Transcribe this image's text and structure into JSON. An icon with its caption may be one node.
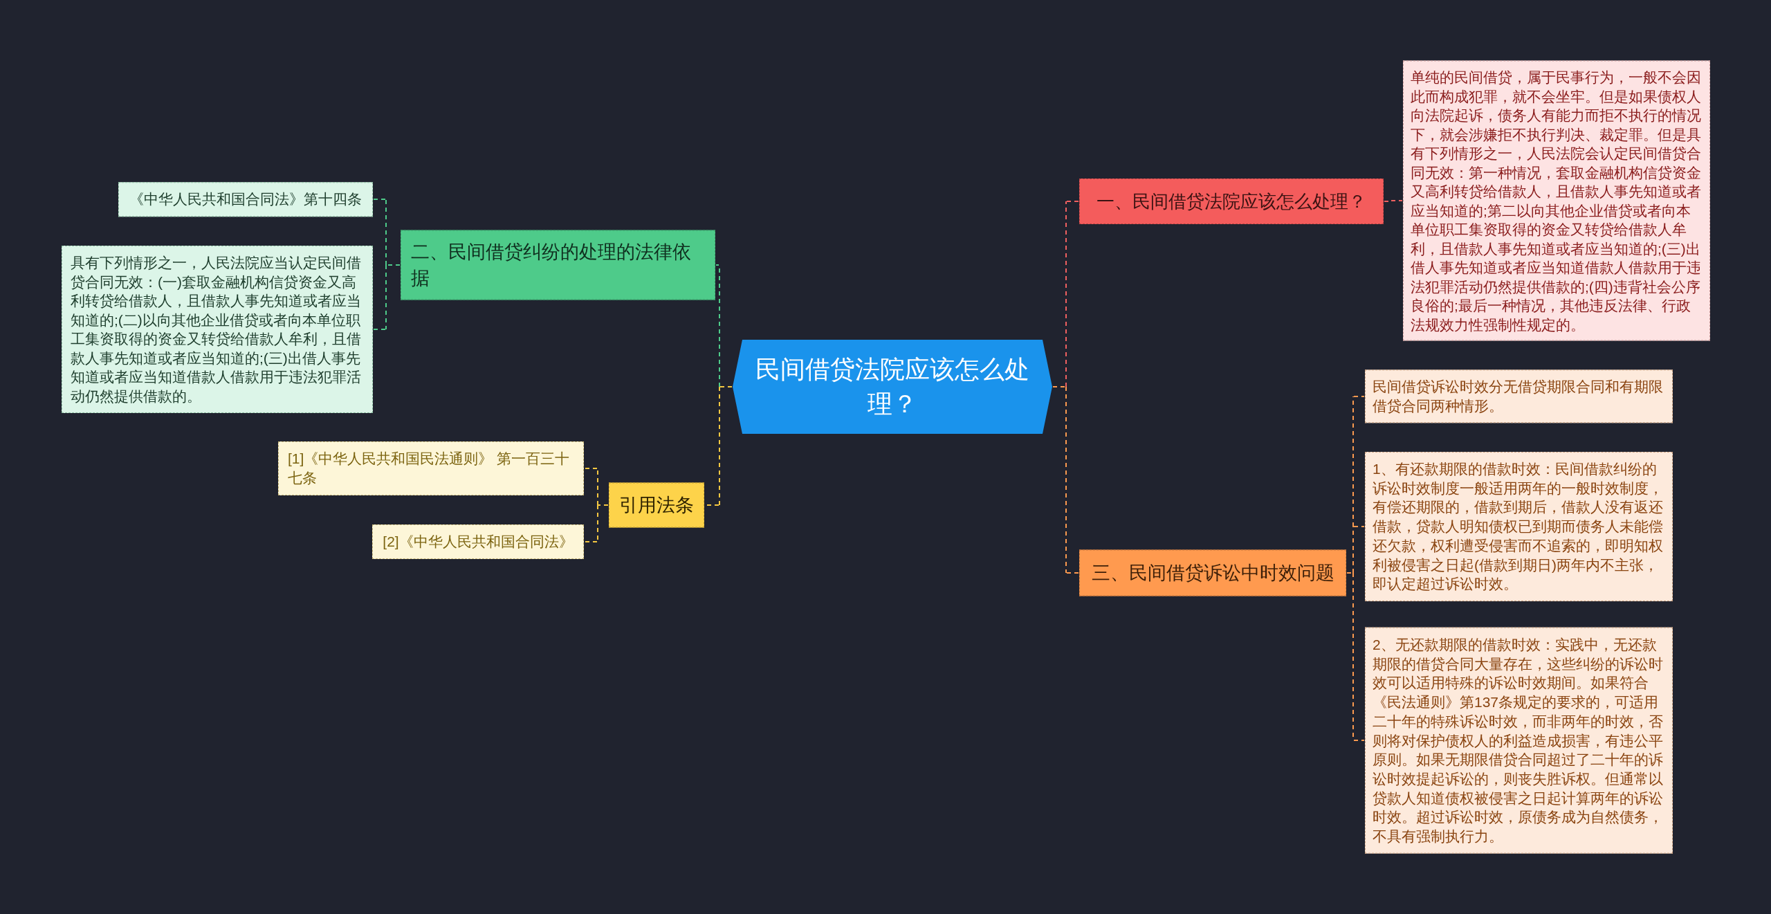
{
  "diagram": {
    "nodes": [
      {
        "text": [
          "民间借贷法院应该怎么处理？"
        ]
      },
      {
        "text": [
          "一、民间借贷法院应该怎么处理？"
        ]
      },
      {
        "text": [
          "单纯的民间借贷，属于民事行为，一般不会因此而构成犯罪，就不会坐牢。但是如果债权人向法院起诉，债务人有能力而拒不执行的情况下，就会涉嫌拒不执行判决、裁定罪。但是具有下列情形之一，人民法院会认定民间借贷合同无效：第一种情况，套取金融机构信贷资金又高利转贷给借款人，且借款人事先知道或者应当知道的;第二以向其他企业借贷或者向本单位职工集资取得的资金又转贷给借款人牟利，且借款人事先知道或者应当知道的;(三)出借人事先知道或者应当知道借款人借款用于违法犯罪活动仍然提供借款的;(四)违背社会公序良俗的;最后一种情况，其他违反法律、行政法规效力性强制性规定的。"
        ]
      },
      {
        "text": [
          "二、民间借贷纠纷的处理的法律依据"
        ]
      },
      {
        "text": [
          "《中华人民共和国合同法》第十四条"
        ]
      },
      {
        "text": [
          "具有下列情形之一，人民法院应当认定民间借贷合同无效：(一)套取金融机构信贷资金又高利转贷给借款人，且借款人事先知道或者应当知道的;(二)以向其他企业借贷或者向本单位职工集资取得的资金又转贷给借款人牟利，且借款人事先知道或者应当知道的;(三)出借人事先知道或者应当知道借款人借款用于违法犯罪活动仍然提供借款的。"
        ]
      },
      {
        "text": [
          "引用法条"
        ]
      },
      {
        "text": [
          "[1]《中华人民共和国民法通则》 第一百三十七条"
        ]
      },
      {
        "text": [
          "[2]《中华人民共和国合同法》"
        ]
      },
      {
        "text": [
          "三、民间借贷诉讼中时效问题"
        ]
      },
      {
        "text": [
          "民间借贷诉讼时效分无借贷期限合同和有期限借贷合同两种情形。"
        ]
      },
      {
        "text": [
          "1、有还款期限的借款时效：民间借款纠纷的诉讼时效制度一般适用两年的一般时效制度，有偿还期限的，借款到期后，借款人没有返还借款，贷款人明知债权已到期而债务人未能偿还欠款，权利遭受侵害而不追索的，即明知权利被侵害之日起(借款到期日)两年内不主张，即认定超过诉讼时效。"
        ]
      },
      {
        "text": [
          "2、无还款期限的借款时效：实践中，无还款期限的借贷合同大量存在，这些纠纷的诉讼时效可以适用特殊的诉讼时效期间。如果符合《民法通则》第137条规定的要求的，可适用二十年的特殊诉讼时效，而非两年的时效，否则将对保护债权人的利益造成损害，有违公平原则。如果无期限借贷合同超过了二十年的诉讼时效提起诉讼的，则丧失胜诉权。但通常以贷款人知道债权被侵害之日起计算两年的诉讼时效。超过诉讼时效，原债务成为自然债务，不具有强制执行力。"
        ]
      }
    ],
    "edges": [
      {
        "from": 0,
        "to": 1,
        "arrow": "none",
        "style": "dashed",
        "color": "#f06060"
      },
      {
        "from": 1,
        "to": 2,
        "arrow": "none",
        "style": "dashed",
        "color": "#f06060"
      },
      {
        "from": 0,
        "to": 3,
        "arrow": "none",
        "style": "dashed",
        "color": "#4ecb8a"
      },
      {
        "from": 3,
        "to": 4,
        "arrow": "none",
        "style": "dashed",
        "color": "#4ecb8a"
      },
      {
        "from": 3,
        "to": 5,
        "arrow": "none",
        "style": "dashed",
        "color": "#4ecb8a"
      },
      {
        "from": 0,
        "to": 6,
        "arrow": "none",
        "style": "dashed",
        "color": "#f5c842"
      },
      {
        "from": 6,
        "to": 7,
        "arrow": "none",
        "style": "dashed",
        "color": "#f5c842"
      },
      {
        "from": 6,
        "to": 8,
        "arrow": "none",
        "style": "dashed",
        "color": "#f5c842"
      },
      {
        "from": 0,
        "to": 9,
        "arrow": "none",
        "style": "dashed",
        "color": "#ff9a4f"
      },
      {
        "from": 9,
        "to": 10,
        "arrow": "none",
        "style": "dashed",
        "color": "#ff9a4f"
      },
      {
        "from": 9,
        "to": 11,
        "arrow": "none",
        "style": "dashed",
        "color": "#ff9a4f"
      },
      {
        "from": 9,
        "to": 12,
        "arrow": "none",
        "style": "dashed",
        "color": "#ff9a4f"
      }
    ]
  }
}
